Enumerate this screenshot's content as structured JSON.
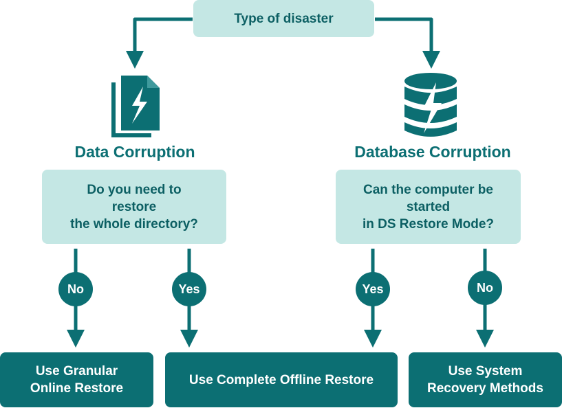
{
  "root": {
    "label": "Type of disaster"
  },
  "branches": {
    "left": {
      "title": "Data Corruption",
      "icon": "document-lightning-icon",
      "question": "Do you need to\nrestore\nthe whole directory?"
    },
    "right": {
      "title": "Database Corruption",
      "icon": "database-lightning-icon",
      "question": "Can the computer be\nstarted\nin DS Restore Mode?"
    }
  },
  "answers": {
    "left_no": "No",
    "left_yes": "Yes",
    "right_yes": "Yes",
    "right_no": "No"
  },
  "outcomes": {
    "granular": "Use Granular\nOnline Restore",
    "offline": "Use Complete Offline Restore",
    "system": "Use System\nRecovery Methods"
  },
  "colors": {
    "dark_teal": "#0c6f73",
    "light_teal": "#c4e7e4",
    "text_teal": "#0c5f63"
  }
}
